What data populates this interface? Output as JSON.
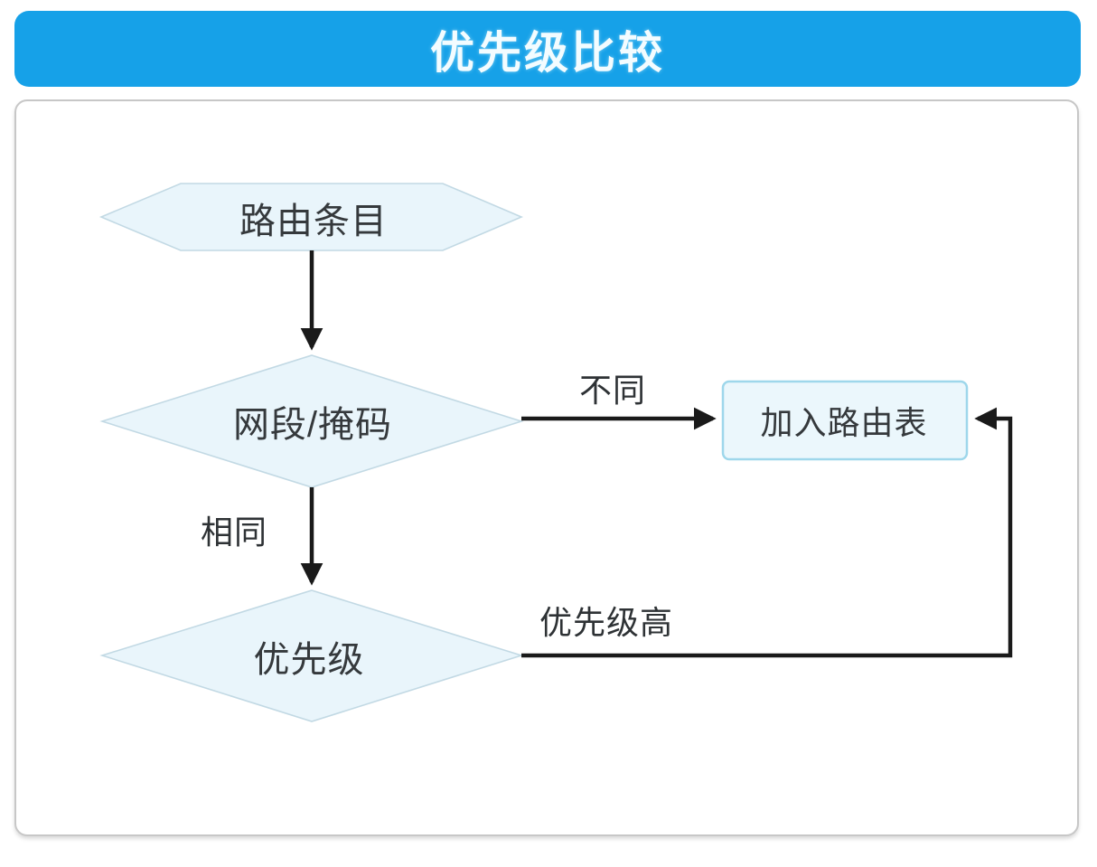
{
  "title": "优先级比较",
  "colors": {
    "header_bg": "#16A1E8",
    "header_text": "#F3FCFF",
    "shape_fill": "#E9F5FB",
    "shape_border": "#C2D9E4",
    "rect_fill": "#EBF7FC",
    "rect_border": "#9ED7EB",
    "arrow": "#1A1A1A",
    "node_text": "#35393C",
    "card_border": "#C7C7C7",
    "card_bg": "#FFFFFF"
  },
  "flowchart": {
    "nodes": [
      {
        "id": "route-entry",
        "shape": "hexagon",
        "label": "路由条目"
      },
      {
        "id": "netmask",
        "shape": "diamond",
        "label": "网段/掩码"
      },
      {
        "id": "priority",
        "shape": "diamond",
        "label": "优先级"
      },
      {
        "id": "add-route-table",
        "shape": "rect",
        "label": "加入路由表"
      }
    ],
    "edges": [
      {
        "from": "route-entry",
        "to": "netmask",
        "label": ""
      },
      {
        "from": "netmask",
        "to": "add-route-table",
        "label": "不同"
      },
      {
        "from": "netmask",
        "to": "priority",
        "label": "相同"
      },
      {
        "from": "priority",
        "to": "add-route-table",
        "label": "优先级高"
      }
    ]
  }
}
